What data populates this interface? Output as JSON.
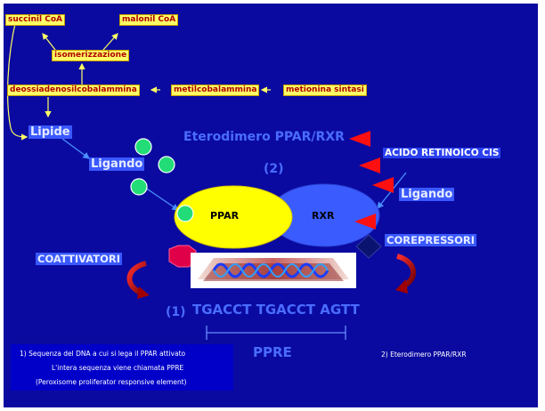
{
  "pathway": {
    "succinil": "succinil CoA",
    "malonil": "malonil CoA",
    "isomerizzazione": "isomerizzazione",
    "deossi": "deossiadenosilcobalammina",
    "metilco": "metilcobalammina",
    "metionina": "metionina sintasi"
  },
  "labels": {
    "lipide": "Lipide",
    "ligando_left": "Ligando",
    "eterodimero": "Eterodimero PPAR/RXR",
    "num2": "(2)",
    "acido": "ACIDO RETINOICO CIS",
    "ligando_right": "Ligando",
    "ppar": "PPAR",
    "rxr": "RXR",
    "coattivatori": "COATTIVATORI",
    "corepressori": "COREPRESSORI",
    "num1": "(1)",
    "sequence": "TGACCT TGACCT AGTT",
    "ppre": "PPRE"
  },
  "notes": {
    "left_1": "1) Sequenza del DNA a cui si lega il PPAR attivato",
    "left_2": "L'intera sequenza viene chiamata PPRE",
    "left_3": "(Peroxisome proliferator responsive element)",
    "right_1": "2) Eterodimero PPAR/RXR"
  },
  "colors": {
    "background": "#0a0aa0",
    "ppar_fill": "#ffff00",
    "rxr_fill": "#3a5cff",
    "ligand": "#22dd77",
    "arrowhead": "#ff1010"
  }
}
